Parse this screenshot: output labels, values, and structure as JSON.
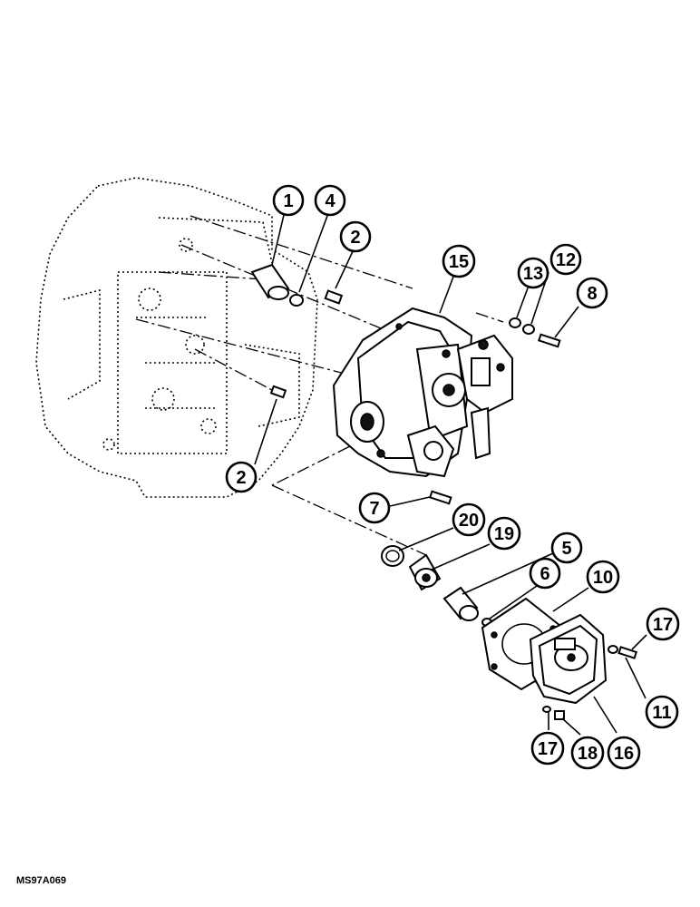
{
  "figure_code": "MS97A069",
  "callouts": [
    {
      "id": "c1",
      "label": "1"
    },
    {
      "id": "c4",
      "label": "4"
    },
    {
      "id": "c2a",
      "label": "2"
    },
    {
      "id": "c15",
      "label": "15"
    },
    {
      "id": "c13",
      "label": "13"
    },
    {
      "id": "c12",
      "label": "12"
    },
    {
      "id": "c8",
      "label": "8"
    },
    {
      "id": "c2b",
      "label": "2"
    },
    {
      "id": "c7",
      "label": "7"
    },
    {
      "id": "c20",
      "label": "20"
    },
    {
      "id": "c19",
      "label": "19"
    },
    {
      "id": "c5",
      "label": "5"
    },
    {
      "id": "c6",
      "label": "6"
    },
    {
      "id": "c10",
      "label": "10"
    },
    {
      "id": "c17a",
      "label": "17"
    },
    {
      "id": "c11",
      "label": "11"
    },
    {
      "id": "c17b",
      "label": "17"
    },
    {
      "id": "c18",
      "label": "18"
    },
    {
      "id": "c16",
      "label": "16"
    }
  ]
}
